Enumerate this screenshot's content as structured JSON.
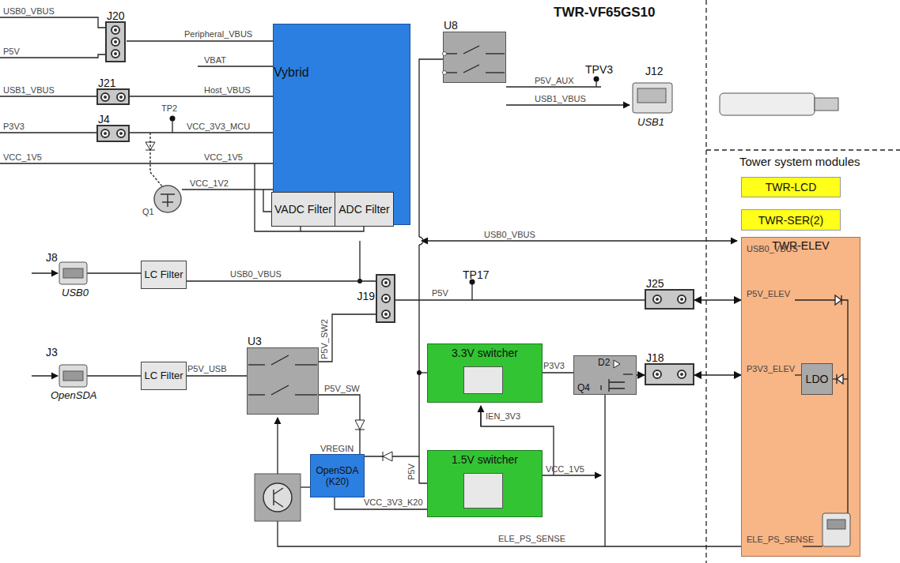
{
  "diagram": {
    "title": "TWR-VF65GS10",
    "nodes": [
      {
        "text": [
          "Vybrid"
        ]
      },
      {
        "text": [
          "VADC Filter"
        ],
        "in": 0
      },
      {
        "text": [
          "ADC Filter"
        ],
        "in": 0
      },
      {
        "text": [
          "J20"
        ]
      },
      {
        "text": [
          "J21"
        ]
      },
      {
        "text": [
          "J4"
        ]
      },
      {
        "text": [
          "U8"
        ]
      },
      {
        "text": [
          "TWR-LCD"
        ]
      },
      {
        "text": [
          "TWR-SER(2)"
        ]
      },
      {
        "text": [
          "TWR-ELEV"
        ]
      },
      {
        "text": [
          "LDO"
        ],
        "in": 9
      },
      {
        "text": [
          "LC Filter"
        ]
      },
      {
        "text": [
          "J19"
        ]
      },
      {
        "text": [
          "J25"
        ]
      },
      {
        "text": [
          "LC Filter"
        ]
      },
      {
        "text": [
          "U3"
        ]
      },
      {
        "text": [
          "3.3V switcher"
        ]
      },
      {
        "text": [
          "D2",
          "Q4"
        ]
      },
      {
        "text": [
          "J18"
        ]
      },
      {
        "text": [
          "1.5V switcher"
        ]
      },
      {
        "text": [
          "OpenSDA (K20)"
        ]
      }
    ],
    "edges": [
      {
        "from": 11,
        "to": 12,
        "arrow": "none",
        "label": "USB0_VBUS"
      },
      {
        "from": 14,
        "to": 15,
        "arrow": "none",
        "label": "P5V_USB"
      },
      {
        "from": 12,
        "to": 13,
        "arrow": "none",
        "label": "P5V"
      },
      {
        "from": 13,
        "to": 9,
        "arrow": "both"
      },
      {
        "from": 16,
        "to": 17,
        "arrow": "none",
        "label": "P3V3"
      },
      {
        "from": 17,
        "to": 18,
        "arrow": "to"
      },
      {
        "from": 18,
        "to": 9,
        "arrow": "both"
      }
    ],
    "labels": [
      "USB0_VBUS",
      "P5V",
      "Peripheral_VBUS",
      "VBAT",
      "USB1_VBUS",
      "Host_VBUS",
      "TP2",
      "P3V3",
      "VCC_3V3_MCU",
      "VCC_1V5",
      "VCC_1V5",
      "VCC_1V2",
      "Q1",
      "TPV3",
      "P5V_AUX",
      "USB1_VBUS",
      "J12",
      "USB1",
      "Tower system modules",
      "USB0_VBUS",
      "TP17",
      "J8",
      "USB0",
      "J3",
      "OpenSDA",
      "P5V_SW2",
      "P5V_SW",
      "VREGIN",
      "P5V",
      "IEN_3V3",
      "VCC_1V5",
      "VCC_3V3_K20",
      "ELE_PS_SENSE",
      "USB0_VBUS",
      "P5V_ELEV",
      "P3V3_ELEV",
      "ELE_PS_SENSE"
    ]
  }
}
